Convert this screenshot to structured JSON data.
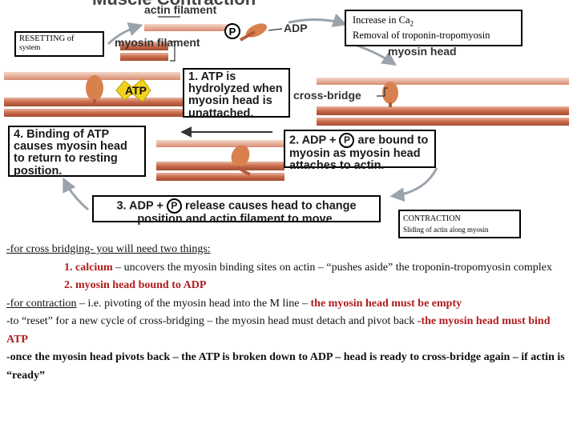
{
  "diagram": {
    "top_title": "Muscle Contraction",
    "labels": {
      "actin_filament": "actin filament",
      "myosin_filament": "myosin filament",
      "adp": "ADP",
      "p": "P",
      "myosin_head": "myosin head",
      "atp": "ATP",
      "cross_bridge": "cross-bridge"
    },
    "boxes": {
      "resetting_line1": "RESETTING of",
      "resetting_line2": "system",
      "calcium_line1": "Increase in Ca",
      "calcium_sub": "2",
      "calcium_line2": "Removal of troponin-tropomyosin",
      "contraction_line1": "CONTRACTION",
      "contraction_line2": "Sliding of actin along myosin"
    },
    "steps": {
      "step1": "1. ATP is hydrolyzed when myosin head is unattached.",
      "step2_a": "2. ADP +",
      "step2_b": "are bound to myosin as myosin head attaches to actin.",
      "step3_a": "3. ADP +",
      "step3_b": "release causes head to change position and actin filament to move.",
      "step4": "4. Binding of ATP causes myosin head to return to resting position."
    }
  },
  "notes": {
    "l1": "-for cross bridging- you will need two things:",
    "l2_num": "1. calcium",
    "l2_rest": " – uncovers the myosin binding sites on actin – “pushes aside” the troponin-tropomyosin complex",
    "l3": "2. myosin head bound to ADP",
    "l4_a": "-for contraction",
    "l4_b": " – i.e. pivoting of the myosin head into the M line – ",
    "l4_c": "the myosin head must be empty",
    "l5_a": "-to “reset” for a new cycle of cross-bridging – the myosin head must detach and pivot back -",
    "l5_b": "the myosin head must bind ATP",
    "l6": "-once the myosin head pivots back – the ATP is broken down to ADP – head is ready to cross-bridge again – if actin is “ready”"
  },
  "colors": {
    "filament": "#c86a4a",
    "myosin_head": "#d9804f",
    "accent_red": "#b01c1c",
    "arrow_gray": "#9aa3ab"
  }
}
